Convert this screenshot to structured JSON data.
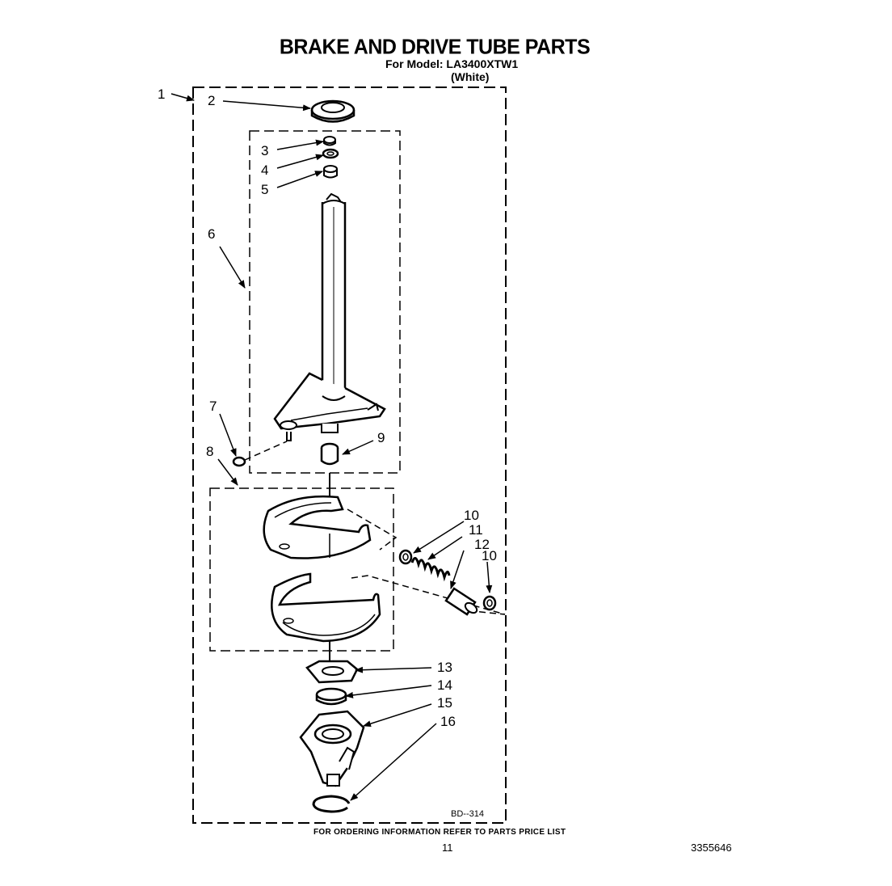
{
  "header": {
    "title": "BRAKE AND DRIVE TUBE PARTS",
    "model_line": "For Model: LA3400XTW1",
    "color_line": "(White)"
  },
  "diagram": {
    "drawing_code": "BD--314",
    "callouts": [
      "1",
      "2",
      "3",
      "4",
      "5",
      "6",
      "7",
      "8",
      "9",
      "10",
      "11",
      "12",
      "10",
      "13",
      "14",
      "15",
      "16"
    ]
  },
  "footer": {
    "ordering_note": "FOR ORDERING INFORMATION REFER TO PARTS PRICE LIST",
    "page_number": "11",
    "document_number": "3355646"
  }
}
